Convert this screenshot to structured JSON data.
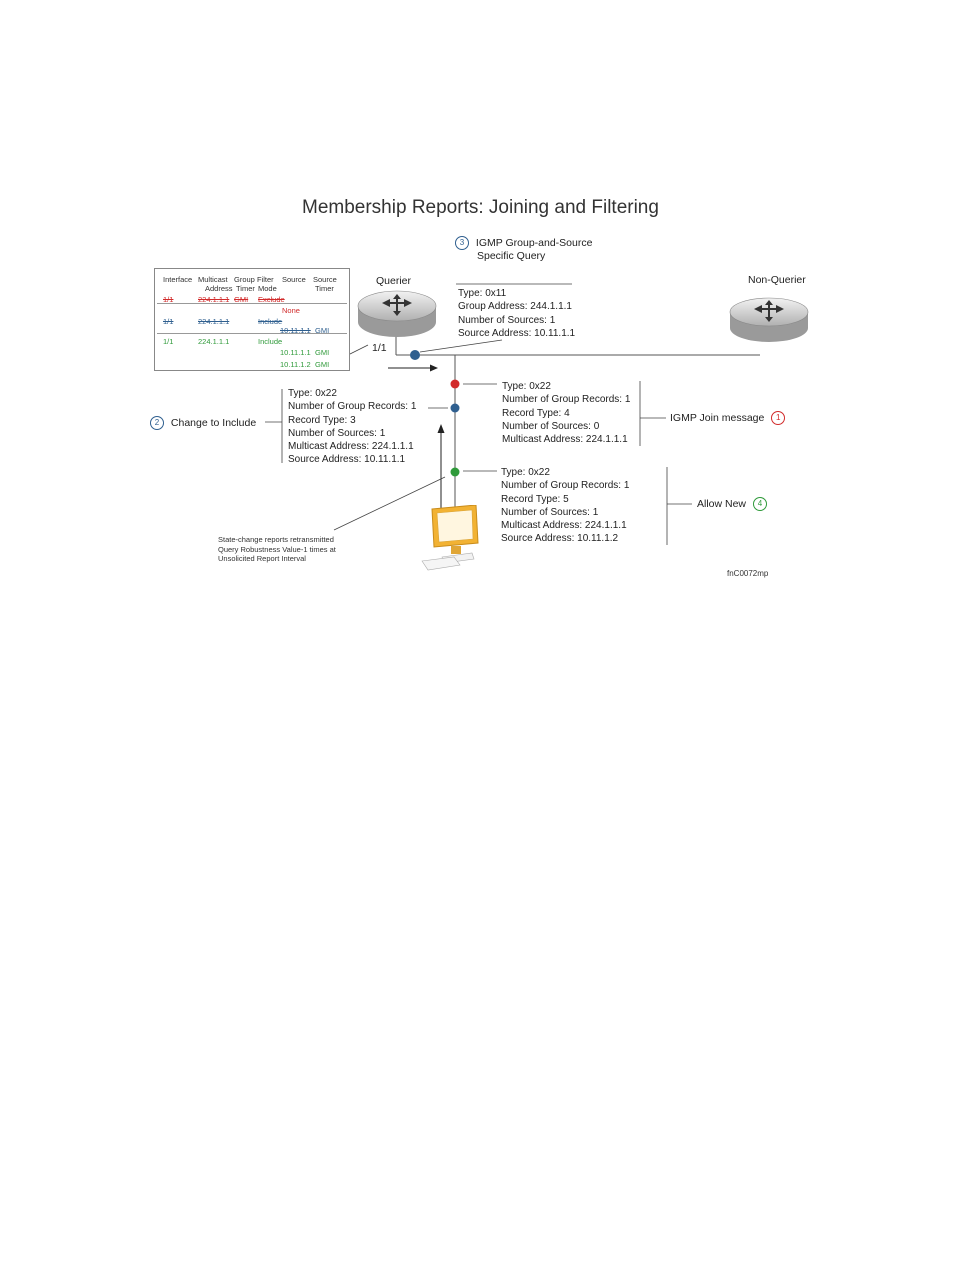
{
  "title": "Membership Reports: Joining and Filtering",
  "querier_label": "Querier",
  "non_querier_label": "Non-Querier",
  "port_label": "1/1",
  "table": {
    "headers": [
      [
        "Interface"
      ],
      [
        "Multicast",
        "Address"
      ],
      [
        "Group",
        "Timer"
      ],
      [
        "Filter",
        "Mode"
      ],
      [
        "Source"
      ],
      [
        "Source",
        "Timer"
      ]
    ],
    "rows": [
      {
        "interface": "1/1",
        "address": "224.1.1.1",
        "timer": "GMI",
        "mode": "Exclude"
      },
      {
        "source_none": "None"
      },
      {
        "interface": "1/1",
        "address": "224.1.1.1",
        "mode": "Include"
      },
      {
        "source": "10.11.1.1",
        "source_timer": "GMI"
      },
      {
        "interface": "1/1",
        "address": "224.1.1.1",
        "mode": "Include"
      },
      {
        "source": "10.11.1.1",
        "source_timer": "GMI"
      },
      {
        "source": "10.11.1.2",
        "source_timer": "GMI"
      }
    ]
  },
  "query": {
    "number": "3",
    "title": [
      "IGMP Group-and-Source",
      "Specific Query"
    ],
    "lines": [
      "Type: 0x11",
      "Group Address: 244.1.1.1",
      "Number of Sources: 1",
      "Source Address: 10.11.1.1"
    ]
  },
  "join": {
    "number": "1",
    "label": "IGMP Join message",
    "lines": [
      "Type: 0x22",
      "Number of Group Records: 1",
      "Record Type: 4",
      "Number of Sources: 0",
      "Multicast Address: 224.1.1.1"
    ]
  },
  "include": {
    "number": "2",
    "label": "Change to Include",
    "lines": [
      "Type: 0x22",
      "Number of Group Records: 1",
      "Record Type: 3",
      "Number of Sources: 1",
      "Multicast Address: 224.1.1.1",
      "Source Address: 10.11.1.1"
    ]
  },
  "allow": {
    "number": "4",
    "label": "Allow New",
    "lines": [
      "Type: 0x22",
      "Number of Group Records: 1",
      "Record Type: 5",
      "Number of Sources: 1",
      "Multicast Address: 224.1.1.1",
      "Source Address: 10.11.1.2"
    ]
  },
  "note": [
    "State-change reports retransmitted",
    "Query Robustness Value-1 times at",
    "Unsolicited Report Interval"
  ],
  "figure_id": "fnC0072mp",
  "colors": {
    "red": "#d12b2b",
    "blue": "#2f5f8f",
    "green": "#2f9a3a",
    "monitor": "#f2b233"
  }
}
